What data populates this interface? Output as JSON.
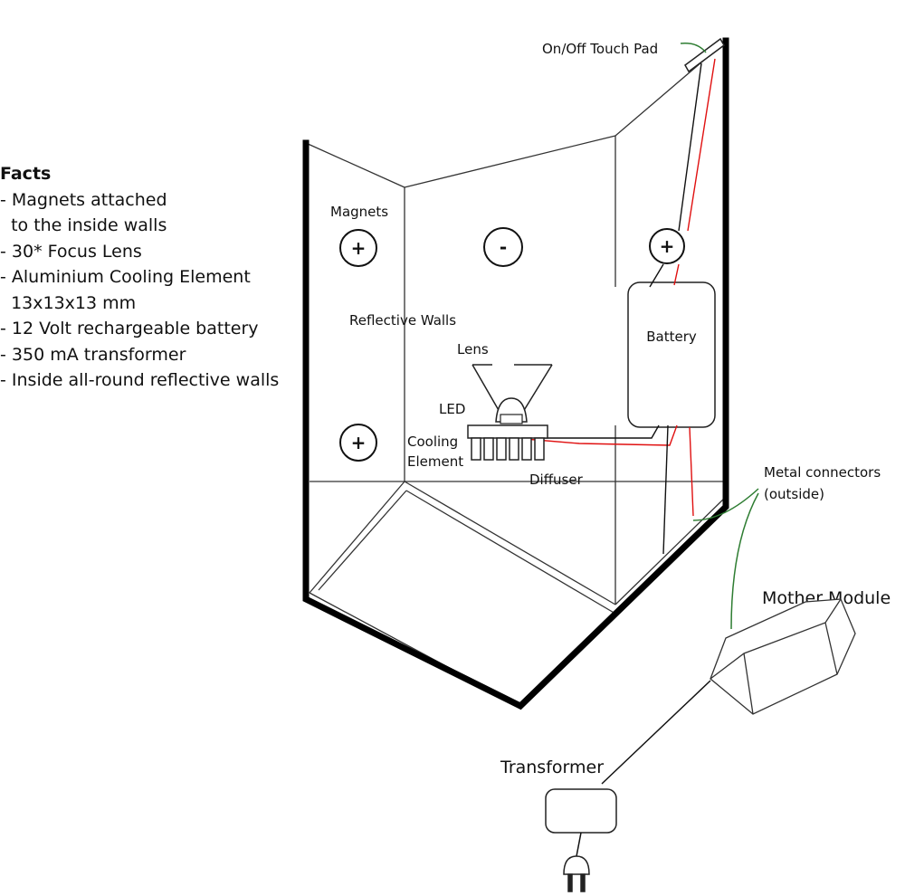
{
  "facts": {
    "title": "Facts",
    "items": [
      "- Magnets attached",
      "  to the inside walls",
      "- 30* Focus Lens",
      "- Aluminium Cooling Element",
      "  13x13x13 mm",
      "- 12 Volt rechargeable battery",
      "- 350 mA transformer",
      "- Inside all-round reflective walls"
    ]
  },
  "labels": {
    "touch_pad": "On/Off Touch Pad",
    "magnets": "Magnets",
    "reflective_walls": "Reflective Walls",
    "lens": "Lens",
    "led": "LED",
    "cooling_1": "Cooling",
    "cooling_2": "Element",
    "diffuser": "Diffuser",
    "battery": "Battery",
    "metal_connectors_1": "Metal connectors",
    "metal_connectors_2": "(outside)",
    "mother_module": "Mother Module",
    "transformer": "Transformer"
  },
  "magnets": {
    "plus": "+",
    "minus": "-"
  },
  "colors": {
    "outline": "#222222",
    "wire_red": "#e01010",
    "leader_green": "#2e7d32"
  }
}
